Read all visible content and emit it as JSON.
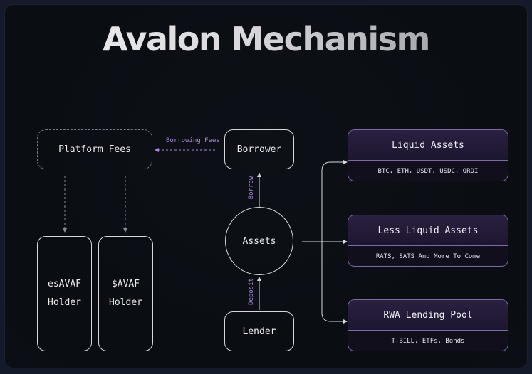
{
  "title": "Avalon Mechanism",
  "nodes": {
    "platform_fees": "Platform Fees",
    "borrower": "Borrower",
    "assets": "Assets",
    "lender": "Lender",
    "esavaf_holder": {
      "line1": "esAVAF",
      "line2": "Holder"
    },
    "avaf_holder": {
      "line1": "$AVAF",
      "line2": "Holder"
    }
  },
  "edge_labels": {
    "borrowing_fees": "Borrowing Fees",
    "borrow": "Borrow",
    "deposit": "Deposit"
  },
  "asset_categories": [
    {
      "title": "Liquid Assets",
      "items": "BTC, ETH, USDT, USDC, ORDI"
    },
    {
      "title": "Less Liquid Assets",
      "items": "RATS, SATS And More To Come"
    },
    {
      "title": "RWA Lending Pool",
      "items": "T-BILL, ETFs, Bonds"
    }
  ],
  "colors": {
    "accent": "#a78bd9",
    "card_border": "#7d6aa6",
    "line": "#d8d8dc"
  }
}
